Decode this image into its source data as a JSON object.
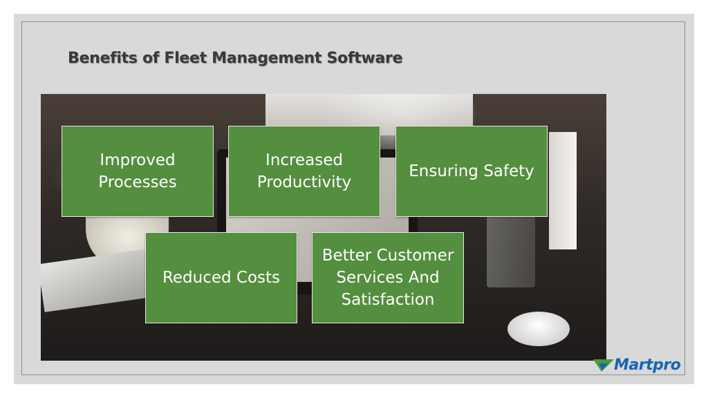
{
  "slide": {
    "title": "Benefits of Fleet Management Software",
    "boxes": [
      "Improved Processes",
      "Increased Productivity",
      "Ensuring Safety",
      "Reduced Costs",
      "Better Customer Services And Satisfaction"
    ],
    "box_color": "#548e3f",
    "background_color": "#d9d9d9"
  },
  "logo": {
    "text": "Martpro",
    "color": "#1565b5",
    "mark_color": "#4a9a3a",
    "icon": "checkmark-arrow-icon"
  },
  "photo": {
    "subject": "laptop-desk-photo"
  }
}
